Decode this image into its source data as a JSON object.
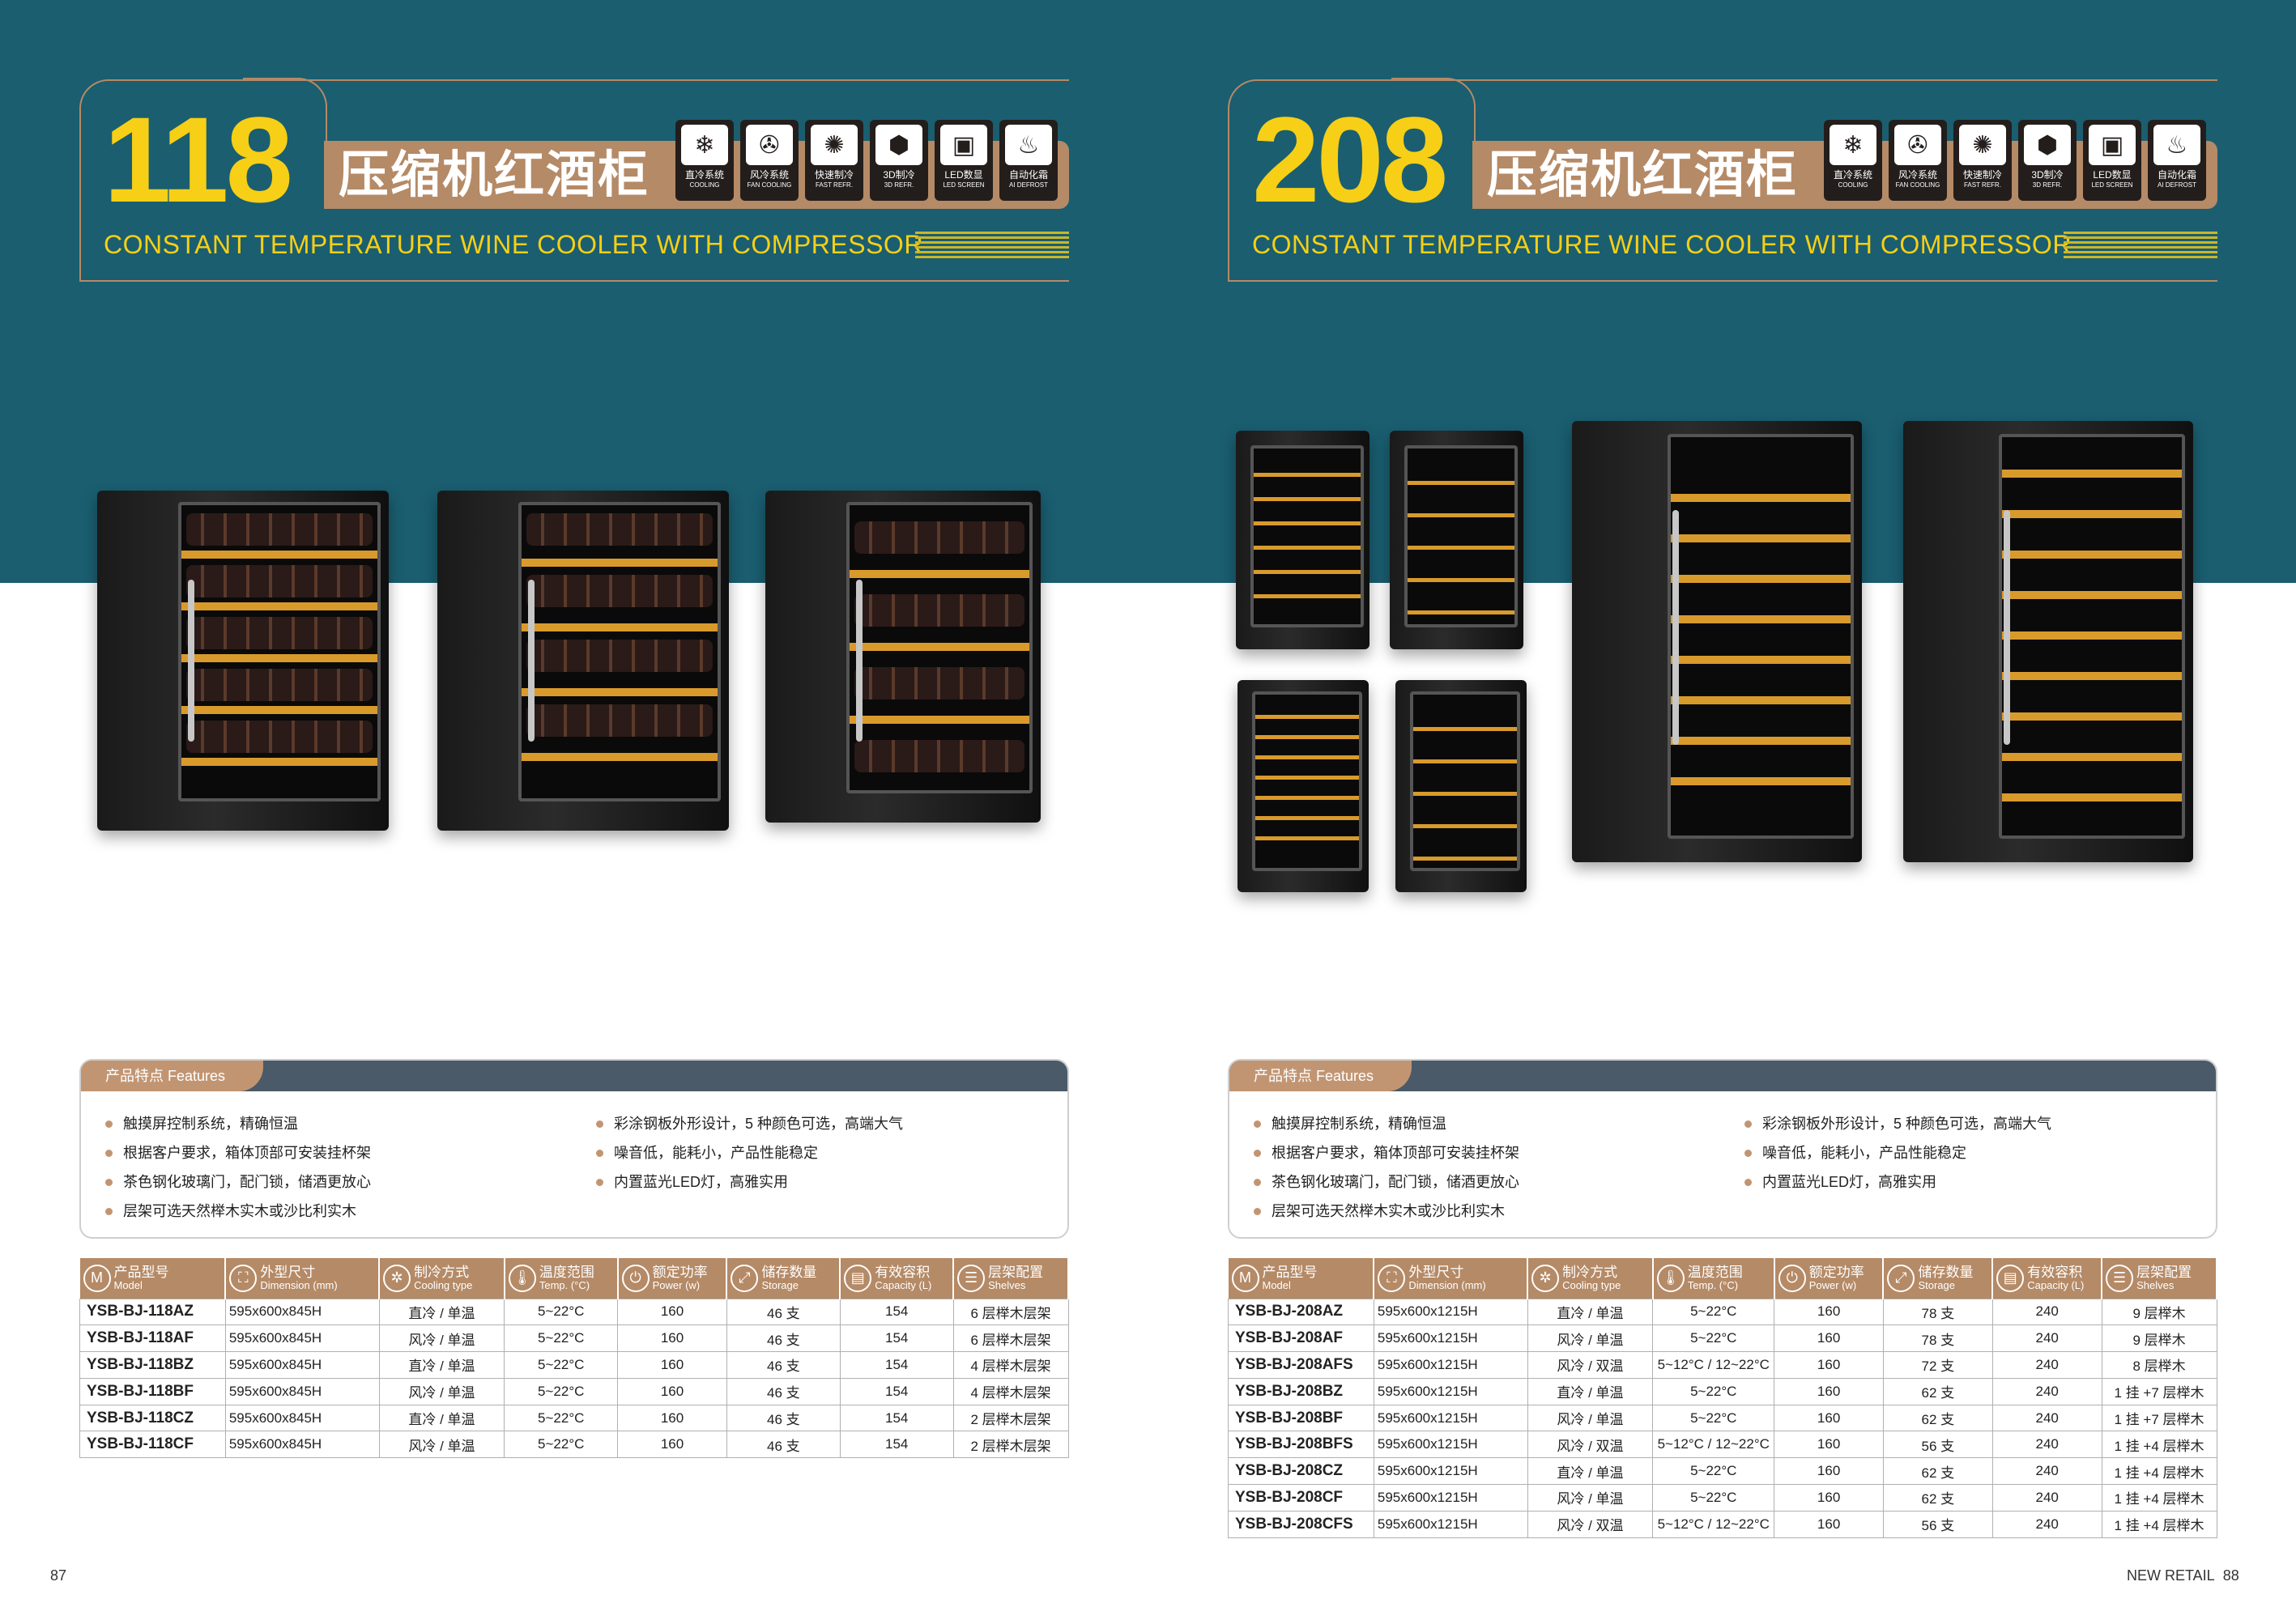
{
  "left": {
    "model_number": "118",
    "title_cn": "压缩机红酒柜",
    "title_en": "CONSTANT TEMPERATURE WINE COOLER WITH COMPRESSOR",
    "page_number": "87",
    "features_label": "产品特点 Features",
    "features_col1": [
      "触摸屏控制系统，精确恒温",
      "根据客户要求，箱体顶部可安装挂杯架",
      "茶色钢化玻璃门，配门锁，储酒更放心",
      "层架可选天然榉木实木或沙比利实木"
    ],
    "features_col2": [
      "彩涂钢板外形设计，5 种颜色可选，高端大气",
      "噪音低，能耗小，产品性能稳定",
      "内置蓝光LED灯，高雅实用"
    ],
    "rows": [
      [
        "YSB-BJ-118AZ",
        "595x600x845H",
        "直冷 / 单温",
        "5~22°C",
        "160",
        "46 支",
        "154",
        "6 层榉木层架"
      ],
      [
        "YSB-BJ-118AF",
        "595x600x845H",
        "风冷 / 单温",
        "5~22°C",
        "160",
        "46 支",
        "154",
        "6 层榉木层架"
      ],
      [
        "YSB-BJ-118BZ",
        "595x600x845H",
        "直冷 / 单温",
        "5~22°C",
        "160",
        "46 支",
        "154",
        "4 层榉木层架"
      ],
      [
        "YSB-BJ-118BF",
        "595x600x845H",
        "风冷 / 单温",
        "5~22°C",
        "160",
        "46 支",
        "154",
        "4 层榉木层架"
      ],
      [
        "YSB-BJ-118CZ",
        "595x600x845H",
        "直冷 / 单温",
        "5~22°C",
        "160",
        "46 支",
        "154",
        "2 层榉木层架"
      ],
      [
        "YSB-BJ-118CF",
        "595x600x845H",
        "风冷 / 单温",
        "5~22°C",
        "160",
        "46 支",
        "154",
        "2 层榉木层架"
      ]
    ]
  },
  "right": {
    "model_number": "208",
    "title_cn": "压缩机红酒柜",
    "title_en": "CONSTANT TEMPERATURE WINE COOLER WITH COMPRESSOR",
    "page_label": "NEW RETAIL",
    "page_number": "88",
    "features_label": "产品特点 Features",
    "features_col1": [
      "触摸屏控制系统，精确恒温",
      "根据客户要求，箱体顶部可安装挂杯架",
      "茶色钢化玻璃门，配门锁，储酒更放心",
      "层架可选天然榉木实木或沙比利实木"
    ],
    "features_col2": [
      "彩涂钢板外形设计，5 种颜色可选，高端大气",
      "噪音低，能耗小，产品性能稳定",
      "内置蓝光LED灯，高雅实用"
    ],
    "rows": [
      [
        "YSB-BJ-208AZ",
        "595x600x1215H",
        "直冷 / 单温",
        "5~22°C",
        "160",
        "78 支",
        "240",
        "9 层榉木"
      ],
      [
        "YSB-BJ-208AF",
        "595x600x1215H",
        "风冷 / 单温",
        "5~22°C",
        "160",
        "78 支",
        "240",
        "9 层榉木"
      ],
      [
        "YSB-BJ-208AFS",
        "595x600x1215H",
        "风冷 / 双温",
        "5~12°C / 12~22°C",
        "160",
        "72 支",
        "240",
        "8 层榉木"
      ],
      [
        "YSB-BJ-208BZ",
        "595x600x1215H",
        "直冷 / 单温",
        "5~22°C",
        "160",
        "62 支",
        "240",
        "1 挂 +7 层榉木"
      ],
      [
        "YSB-BJ-208BF",
        "595x600x1215H",
        "风冷 / 单温",
        "5~22°C",
        "160",
        "62 支",
        "240",
        "1 挂 +7 层榉木"
      ],
      [
        "YSB-BJ-208BFS",
        "595x600x1215H",
        "风冷 / 双温",
        "5~12°C / 12~22°C",
        "160",
        "56 支",
        "240",
        "1 挂 +4 层榉木"
      ],
      [
        "YSB-BJ-208CZ",
        "595x600x1215H",
        "直冷 / 单温",
        "5~22°C",
        "160",
        "62 支",
        "240",
        "1 挂 +4 层榉木"
      ],
      [
        "YSB-BJ-208CF",
        "595x600x1215H",
        "风冷 / 单温",
        "5~22°C",
        "160",
        "62 支",
        "240",
        "1 挂 +4 层榉木"
      ],
      [
        "YSB-BJ-208CFS",
        "595x600x1215H",
        "风冷 / 双温",
        "5~12°C / 12~22°C",
        "160",
        "56 支",
        "240",
        "1 挂 +4 层榉木"
      ]
    ]
  },
  "icons": [
    {
      "cn": "直冷系统",
      "en": "COOLING",
      "glyph": "snowflake-icon"
    },
    {
      "cn": "风冷系统",
      "en": "FAN COOLING",
      "glyph": "fan-icon"
    },
    {
      "cn": "快速制冷",
      "en": "FAST REFR.",
      "glyph": "fast-cool-icon"
    },
    {
      "cn": "3D制冷",
      "en": "3D REFR.",
      "glyph": "cube-icon"
    },
    {
      "cn": "LED数显",
      "en": "LED SCREEN",
      "glyph": "led-icon"
    },
    {
      "cn": "自动化霜",
      "en": "AI DEFROST",
      "glyph": "defrost-icon"
    }
  ],
  "table_headers": [
    {
      "cn": "产品型号",
      "en": "Model",
      "icon": "M"
    },
    {
      "cn": "外型尺寸",
      "en": "Dimension (mm)",
      "icon": "⛶"
    },
    {
      "cn": "制冷方式",
      "en": "Cooling type",
      "icon": "✲"
    },
    {
      "cn": "温度范围",
      "en": "Temp. (°C)",
      "icon": "🌡"
    },
    {
      "cn": "额定功率",
      "en": "Power (w)",
      "icon": "⏻"
    },
    {
      "cn": "储存数量",
      "en": "Storage",
      "icon": "⤢"
    },
    {
      "cn": "有效容积",
      "en": "Capacity (L)",
      "icon": "▤"
    },
    {
      "cn": "层架配置",
      "en": "Shelves",
      "icon": "☰"
    }
  ],
  "colors": {
    "teal": "#1a5e70",
    "yellow": "#f6cf16",
    "tan": "#b58a66",
    "slate": "#4a5a68"
  }
}
